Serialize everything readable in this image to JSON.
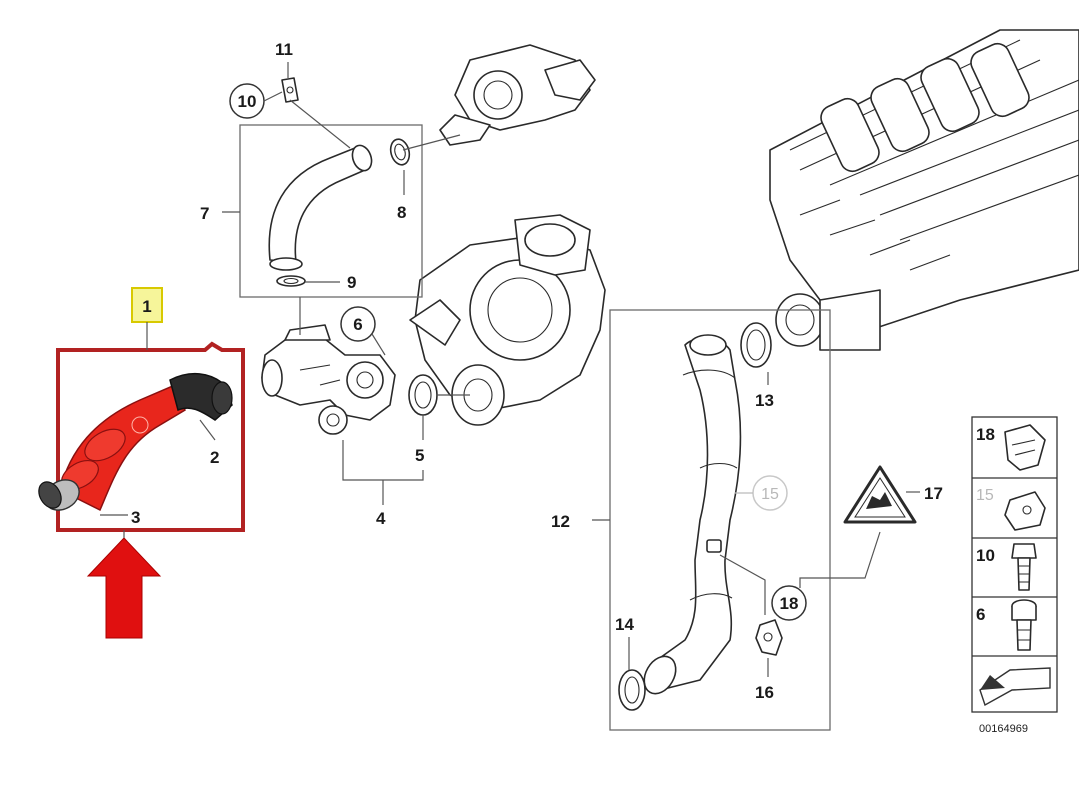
{
  "callouts": {
    "c1": "1",
    "c2": "2",
    "c3": "3",
    "c4": "4",
    "c5": "5",
    "c6": "6",
    "c7": "7",
    "c8": "8",
    "c9": "9",
    "c10": "10",
    "c11": "11",
    "c12": "12",
    "c13": "13",
    "c14": "14",
    "c15": "15",
    "c16": "16",
    "c17": "17",
    "c18": "18"
  },
  "legend": {
    "items": [
      "18",
      "15",
      "10",
      "6"
    ]
  },
  "reference_code": "00164969",
  "colors": {
    "highlight_frame": "#b22222",
    "highlight_part": "#e8261c",
    "arrow": "#e01010",
    "callout_1_fill": "#f6f59a"
  }
}
